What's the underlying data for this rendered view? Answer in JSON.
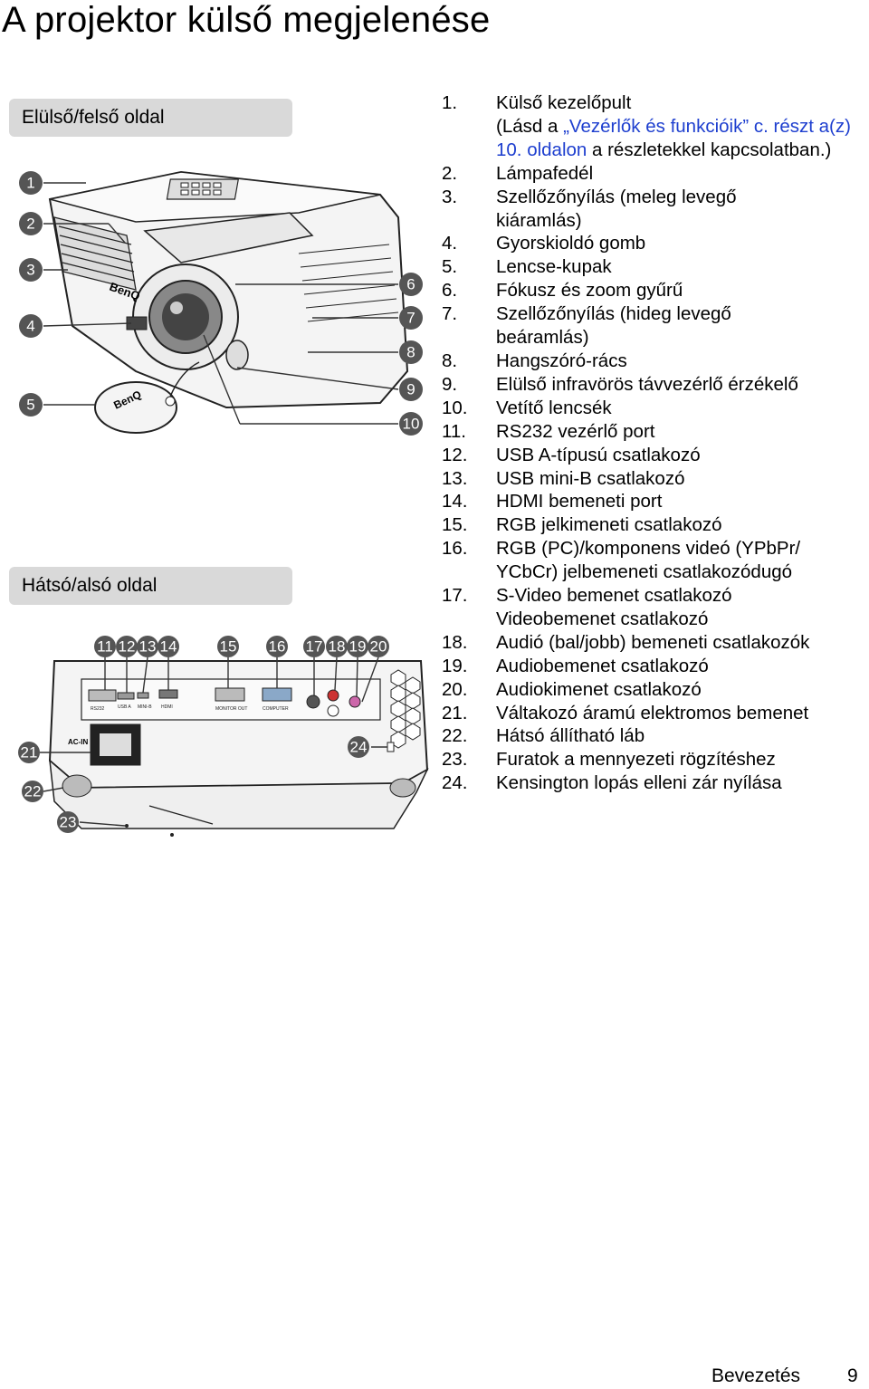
{
  "page": {
    "title": "A projektor külső megjelenése",
    "footer_section": "Bevezetés",
    "footer_page": "9"
  },
  "sections": {
    "front_top": "Elülső/felső oldal",
    "rear_bottom": "Hátsó/alsó oldal"
  },
  "front_figure": {
    "callouts": [
      "1",
      "2",
      "3",
      "4",
      "5",
      "6",
      "7",
      "8",
      "9",
      "10"
    ],
    "brand_lens_cap": "BenQ",
    "brand_body": "BenQ"
  },
  "rear_figure": {
    "callouts": [
      "11",
      "12",
      "13",
      "14",
      "15",
      "16",
      "17",
      "18",
      "19",
      "20",
      "21",
      "22",
      "23",
      "24"
    ],
    "port_labels": {
      "rs232": "RS232",
      "usb_a": "USB A",
      "mini_b": "MINI-B",
      "hdmi": "HDMI",
      "monitor_out": "MONITOR OUT",
      "computer": "COMPUTER",
      "ac_in": "AC-IN"
    }
  },
  "parts": [
    {
      "num": "1.",
      "lines": [
        "Külső kezelőpult"
      ]
    },
    {
      "num": "",
      "lines": []
    },
    {
      "num": "2.",
      "lines": [
        "Lámpafedél"
      ]
    },
    {
      "num": "3.",
      "lines": [
        "Szellőzőnyílás (meleg levegő",
        "kiáramlás)"
      ]
    },
    {
      "num": "4.",
      "lines": [
        "Gyorskioldó gomb"
      ]
    },
    {
      "num": "5.",
      "lines": [
        "Lencse-kupak"
      ]
    },
    {
      "num": "6.",
      "lines": [
        "Fókusz és zoom gyűrű"
      ]
    },
    {
      "num": "7.",
      "lines": [
        "Szellőzőnyílás (hideg levegő",
        "beáramlás)"
      ]
    },
    {
      "num": "8.",
      "lines": [
        "Hangszóró-rács"
      ]
    },
    {
      "num": "9.",
      "lines": [
        "Elülső infravörös távvezérlő érzékelő"
      ]
    },
    {
      "num": "10.",
      "lines": [
        "Vetítő lencsék"
      ]
    },
    {
      "num": "11.",
      "lines": [
        "RS232 vezérlő port"
      ]
    },
    {
      "num": "12.",
      "lines": [
        "USB A-típusú csatlakozó"
      ]
    },
    {
      "num": "13.",
      "lines": [
        "USB mini-B csatlakozó"
      ]
    },
    {
      "num": "14.",
      "lines": [
        "HDMI bemeneti port"
      ]
    },
    {
      "num": "15.",
      "lines": [
        "RGB jelkimeneti csatlakozó"
      ]
    },
    {
      "num": "16.",
      "lines": [
        "RGB (PC)/komponens videó (YPbPr/",
        "YCbCr) jelbemeneti csatlakozódugó"
      ]
    },
    {
      "num": "17.",
      "lines": [
        "S-Video bemenet csatlakozó",
        "Videobemenet csatlakozó"
      ]
    },
    {
      "num": "18.",
      "lines": [
        "Audió (bal/jobb) bemeneti csatlakozók"
      ]
    },
    {
      "num": "19.",
      "lines": [
        "Audiobemenet csatlakozó"
      ]
    },
    {
      "num": "20.",
      "lines": [
        "Audiokimenet csatlakozó"
      ]
    },
    {
      "num": "21.",
      "lines": [
        "Váltakozó áramú elektromos bemenet"
      ]
    },
    {
      "num": "22.",
      "lines": [
        "Hátsó állítható láb"
      ]
    },
    {
      "num": "23.",
      "lines": [
        "Furatok a mennyezeti rögzítéshez"
      ]
    },
    {
      "num": "24.",
      "lines": [
        "Kensington lopás elleni zár nyílása"
      ]
    }
  ],
  "item1_ref": {
    "open": "(Lásd a ",
    "link": "„Vezérlők és funkcióik” c. részt a(z) 10. oldalon",
    "close": " a részletekkel kapcsolatban.)"
  }
}
